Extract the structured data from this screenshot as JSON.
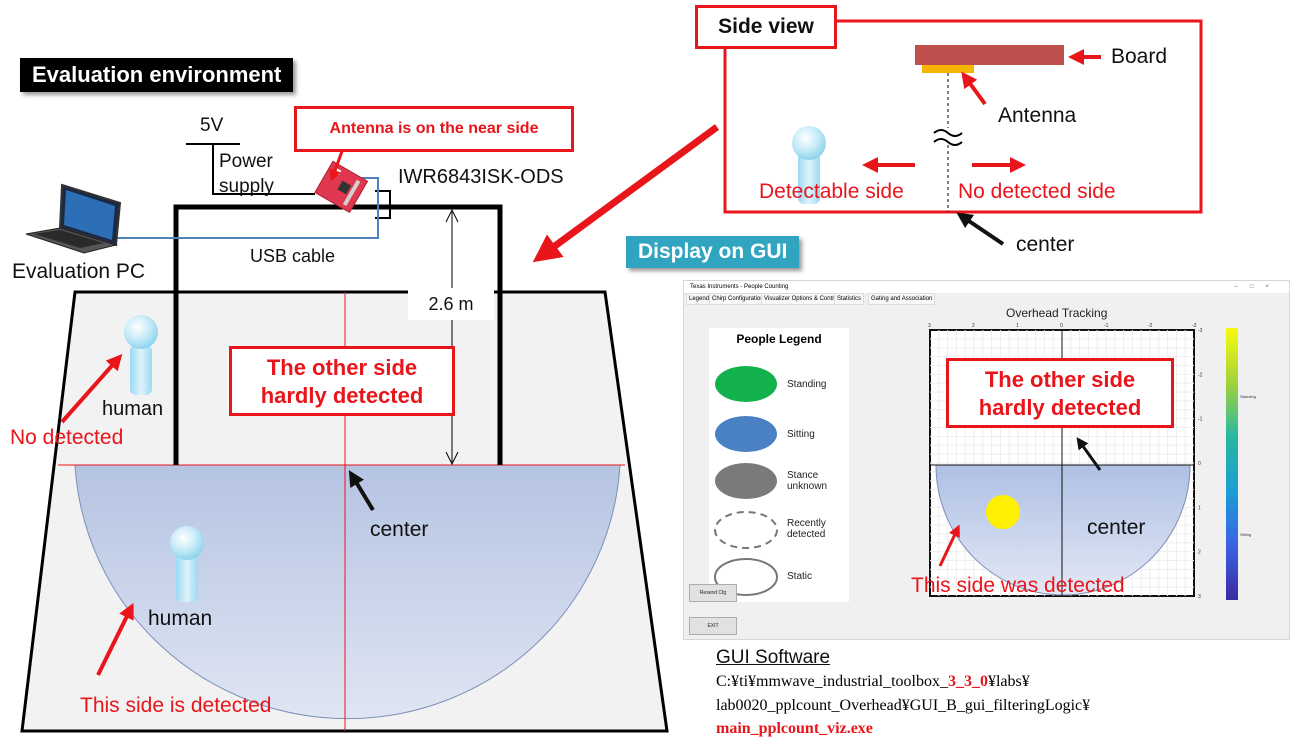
{
  "titles": {
    "evaluation_environment": "Evaluation environment",
    "side_view": "Side view",
    "display_on_gui": "Display on GUI"
  },
  "environment": {
    "power_5v": "5V",
    "power_supply_line1": "Power",
    "power_supply_line2": "supply",
    "device": "IWR6843ISK-ODS",
    "antenna_callout": "Antenna is on the near side",
    "evaluation_pc": "Evaluation PC",
    "usb_cable": "USB cable",
    "height": "2.6 m",
    "other_side_line1": "The other side",
    "other_side_line2": "hardly detected",
    "human_top": "human",
    "no_detected": "No detected",
    "center": "center",
    "human_bottom": "human",
    "this_side_detected": "This side is detected"
  },
  "side_view": {
    "board": "Board",
    "antenna": "Antenna",
    "detectable_side": "Detectable side",
    "no_detected_side": "No detected side",
    "center": "center"
  },
  "gui": {
    "window_title": "Texas Instruments - People Counting",
    "tabs": [
      "Legend",
      "Chirp Configuration",
      "Visualizer Options & Control",
      "Statistics",
      "Gating and Association"
    ],
    "legend_title": "People Legend",
    "legend_items": [
      "Standing",
      "Sitting",
      "Stance unknown",
      "Recently detected",
      "Static"
    ],
    "resend_button": "Resend Cfg",
    "exit_button": "EXIT",
    "plot_title": "Overhead Tracking",
    "x_ticks": [
      "3",
      "2",
      "1",
      "0",
      "-1",
      "-2",
      "-3"
    ],
    "y_ticks": [
      "-3",
      "-2",
      "-1",
      "0",
      "1",
      "2",
      "3"
    ],
    "colorbar_labels": [
      "Standing",
      "Sitting"
    ],
    "other_side_line1": "The other side",
    "other_side_line2": "hardly detected",
    "center": "center",
    "this_side_detected": "This side was detected",
    "colors": {
      "standing": "#12b14b",
      "sitting": "#4a80c4",
      "unknown": "#7a7a7a",
      "target": "#ffef00"
    }
  },
  "footer": {
    "gui_software": "GUI Software",
    "path_line1_prefix": "C:¥ti¥mmwave_industrial_toolbox_",
    "path_line1_version": "3_3_0",
    "path_line1_suffix": "¥labs¥",
    "path_line2": "lab0020_pplcount_Overhead¥GUI_B_gui_filteringLogic¥",
    "path_line3": "main_pplcount_viz.exe"
  }
}
